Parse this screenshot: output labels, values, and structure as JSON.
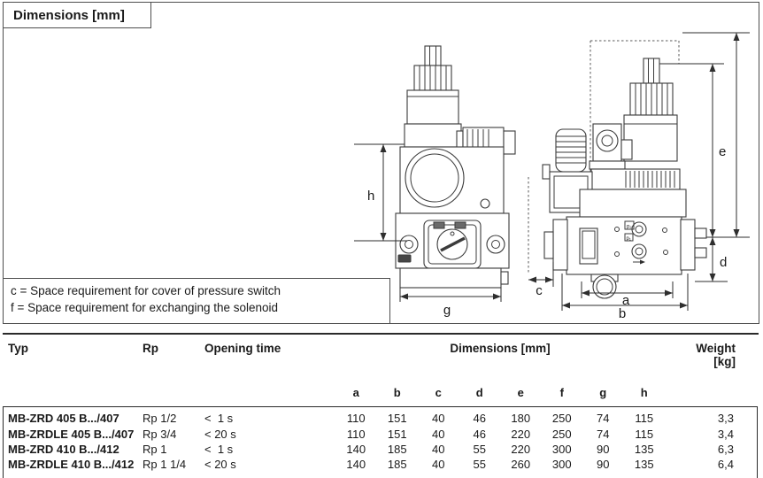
{
  "header": {
    "title": "Dimensions [mm]"
  },
  "legend": {
    "line1": "c = Space requirement for cover of pressure switch",
    "line2": "f = Space requirement for exchanging the solenoid"
  },
  "drawings": {
    "front_view": {
      "labels": {
        "h": "h",
        "g": "g"
      }
    },
    "side_view": {
      "labels": {
        "c": "c",
        "a": "a",
        "b": "b",
        "d": "d",
        "e": "e"
      },
      "port_labels": {
        "upper": "p₂",
        "lower": "p₁"
      }
    }
  },
  "table": {
    "col_typ": "Typ",
    "col_rp": "Rp",
    "col_opening": "Opening time",
    "col_dimensions": "Dimensions [mm]",
    "col_weight_line1": "Weight",
    "col_weight_line2": "[kg]",
    "dim_letters": [
      "a",
      "b",
      "c",
      "d",
      "e",
      "f",
      "g",
      "h"
    ],
    "rows": [
      {
        "typ": "MB-ZRD 405 B.../407",
        "rp": "Rp 1/2",
        "opening": "<  1 s",
        "dims": [
          "110",
          "151",
          "40",
          "46",
          "180",
          "250",
          "74",
          "115"
        ],
        "weight": "3,3"
      },
      {
        "typ": "MB-ZRDLE 405 B.../407",
        "rp": "Rp 3/4",
        "opening": "< 20 s",
        "dims": [
          "110",
          "151",
          "40",
          "46",
          "220",
          "250",
          "74",
          "115"
        ],
        "weight": "3,4"
      },
      {
        "typ": "MB-ZRD 410 B.../412",
        "rp": "Rp 1",
        "opening": "<  1 s",
        "dims": [
          "140",
          "185",
          "40",
          "55",
          "220",
          "300",
          "90",
          "135"
        ],
        "weight": "6,3"
      },
      {
        "typ": "MB-ZRDLE 410 B.../412",
        "rp": "Rp 1 1/4",
        "opening": "< 20 s",
        "dims": [
          "140",
          "185",
          "40",
          "55",
          "260",
          "300",
          "90",
          "135"
        ],
        "weight": "6,4"
      }
    ]
  }
}
